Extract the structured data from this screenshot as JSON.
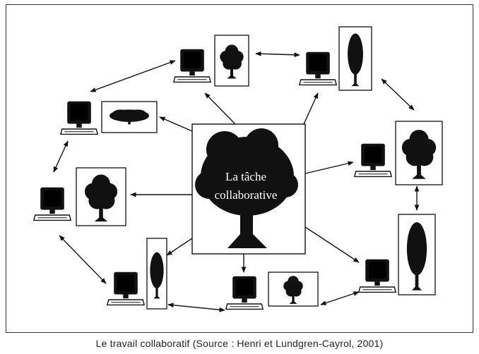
{
  "center_task": {
    "line1": "La tâche",
    "line2": "collaborative"
  },
  "caption": "Le travail collaboratif (Source : Henri et Lundgren-Cayrol, 2001)",
  "icons": {
    "computer": "computer-icon",
    "tree": "tree-icon"
  },
  "colors": {
    "ink": "#111111",
    "frame": "#333333",
    "background": "#ffffff"
  }
}
